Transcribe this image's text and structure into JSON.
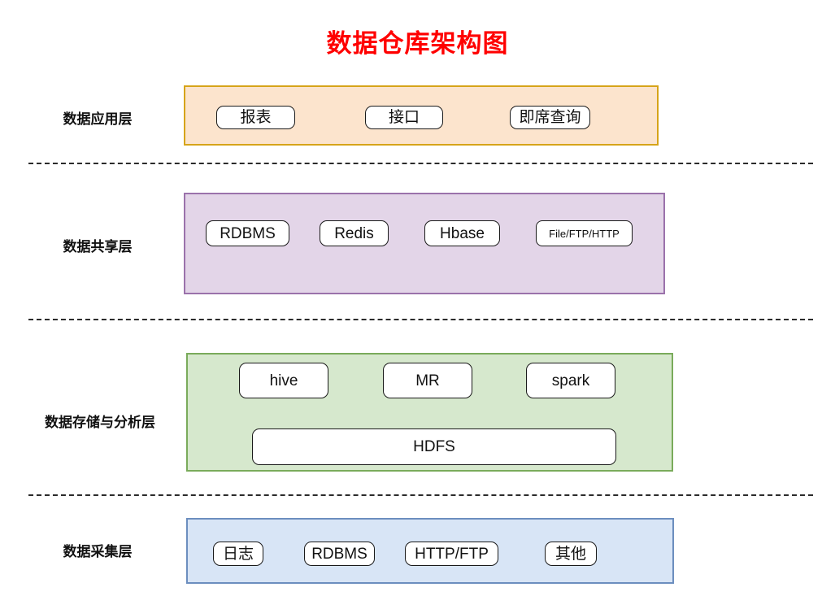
{
  "title": "数据仓库架构图",
  "colors": {
    "title": "#ff0000",
    "application_fill": "#fce4cd",
    "application_border": "#d6a419",
    "share_fill": "#e3d5e8",
    "share_border": "#9b72ab",
    "storage_fill": "#d6e8cd",
    "storage_border": "#7aab5b",
    "collect_fill": "#d8e5f6",
    "collect_border": "#6c8ebf",
    "node_fill": "#ffffff",
    "node_border": "#1a1a1a",
    "divider": "#2b2b2b"
  },
  "layers": [
    {
      "label": "数据应用层",
      "nodes": [
        {
          "label": "报表"
        },
        {
          "label": "接口"
        },
        {
          "label": "即席查询"
        }
      ]
    },
    {
      "label": "数据共享层",
      "nodes": [
        {
          "label": "RDBMS"
        },
        {
          "label": "Redis"
        },
        {
          "label": "Hbase"
        },
        {
          "label": "File/FTP/HTTP"
        }
      ]
    },
    {
      "label": "数据存储与分析层",
      "nodes": [
        {
          "label": "hive"
        },
        {
          "label": "MR"
        },
        {
          "label": "spark"
        },
        {
          "label": "HDFS"
        }
      ]
    },
    {
      "label": "数据采集层",
      "nodes": [
        {
          "label": "日志"
        },
        {
          "label": "RDBMS"
        },
        {
          "label": "HTTP/FTP"
        },
        {
          "label": "其他"
        }
      ]
    }
  ]
}
